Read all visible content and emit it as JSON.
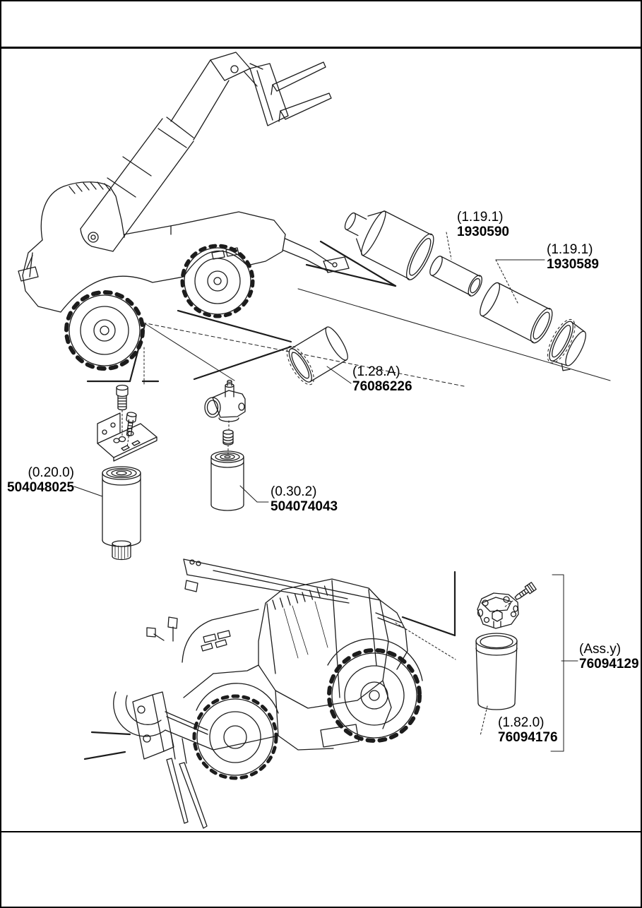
{
  "page": {
    "background": "#ffffff",
    "border_color": "#000000",
    "line_color": "#1c1c1c"
  },
  "drawing": {
    "machine_top": "telehandler with raised telescopic boom and pallet forks",
    "machine_bottom": "telehandler rear three-quarter view with lowered boom and forks",
    "exploded_parts": [
      "air-intake-housing",
      "intake-tube",
      "air-filter-element",
      "end-cap",
      "adapter-sleeve",
      "plug-bolt",
      "stud-bolt",
      "mounting-bracket",
      "spin-on-filter-left",
      "filter-head",
      "threaded-nipple",
      "spin-on-filter-mid",
      "filter-assembly-head",
      "banjo-fitting",
      "filter-element-cartridge"
    ]
  },
  "labels": {
    "air_tube": {
      "ref": "(1.19.1)",
      "part_number": "1930590"
    },
    "air_element": {
      "ref": "(1.19.1)",
      "part_number": "1930589"
    },
    "adapter_sleeve": {
      "ref": "(1.28.A)",
      "part_number": "76086226"
    },
    "left_filter": {
      "ref": "(0.20.0)",
      "part_number": "504048025"
    },
    "mid_filter": {
      "ref": "(0.30.2)",
      "part_number": "504074043"
    },
    "assembly": {
      "ref": "(Ass.y)",
      "part_number": "76094129"
    },
    "bottom_element": {
      "ref": "(1.82.0)",
      "part_number": "76094176"
    }
  }
}
